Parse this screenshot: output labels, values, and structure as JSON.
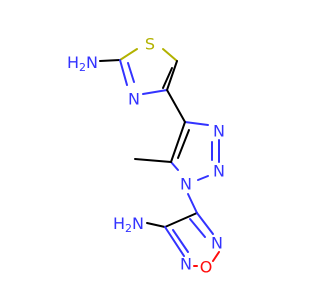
{
  "molecule": {
    "atoms": {
      "thiazole_amine": "H2N",
      "thiazole_s": "S",
      "thiazole_n": "N",
      "triazole_n2": "N",
      "triazole_n3": "N",
      "triazole_n1": "N",
      "methyl": "",
      "furazan_amine": "H2N",
      "furazan_n_right": "N",
      "furazan_n_left": "N",
      "furazan_o": "O"
    },
    "colors": {
      "nitrogen": "#3333ff",
      "sulfur": "#b2b200",
      "oxygen": "#ff0d0d",
      "carbon": "#000000"
    }
  }
}
